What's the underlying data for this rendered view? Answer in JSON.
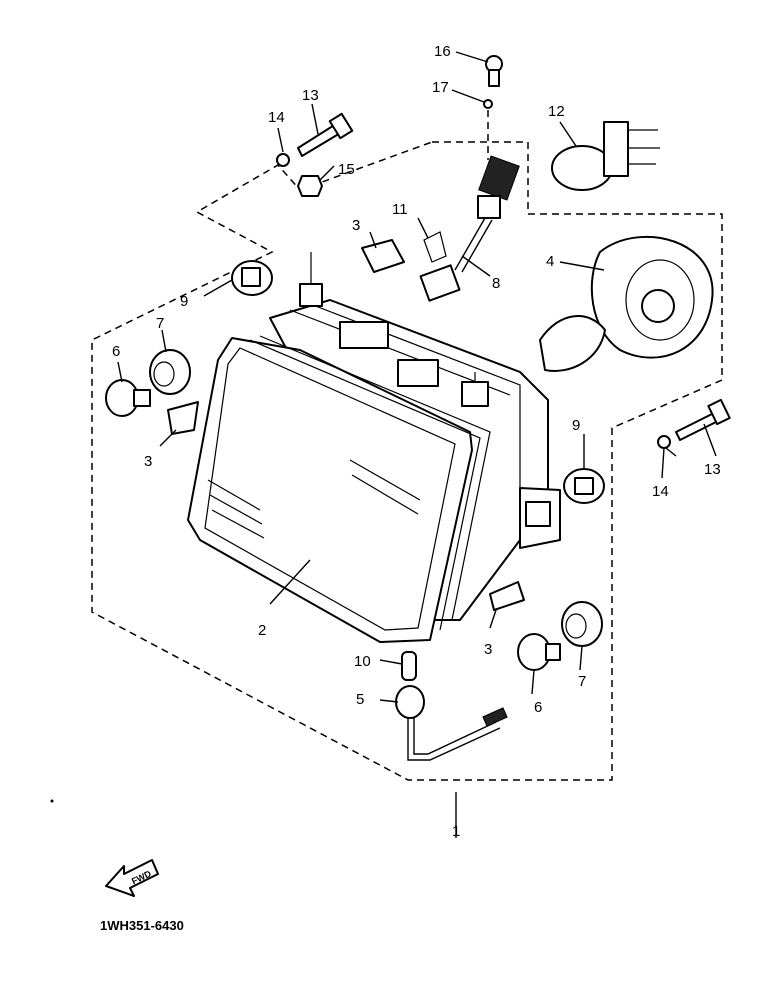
{
  "diagram": {
    "callouts": [
      {
        "id": "c1",
        "text": "1"
      },
      {
        "id": "c2",
        "text": "2"
      },
      {
        "id": "c3a",
        "text": "3"
      },
      {
        "id": "c3b",
        "text": "3"
      },
      {
        "id": "c3c",
        "text": "3"
      },
      {
        "id": "c4",
        "text": "4"
      },
      {
        "id": "c5",
        "text": "5"
      },
      {
        "id": "c6a",
        "text": "6"
      },
      {
        "id": "c6b",
        "text": "6"
      },
      {
        "id": "c7a",
        "text": "7"
      },
      {
        "id": "c7b",
        "text": "7"
      },
      {
        "id": "c8",
        "text": "8"
      },
      {
        "id": "c9a",
        "text": "9"
      },
      {
        "id": "c9b",
        "text": "9"
      },
      {
        "id": "c10",
        "text": "10"
      },
      {
        "id": "c11",
        "text": "11"
      },
      {
        "id": "c12",
        "text": "12"
      },
      {
        "id": "c13a",
        "text": "13"
      },
      {
        "id": "c13b",
        "text": "13"
      },
      {
        "id": "c14a",
        "text": "14"
      },
      {
        "id": "c14b",
        "text": "14"
      },
      {
        "id": "c15",
        "text": "15"
      },
      {
        "id": "c16",
        "text": "16"
      },
      {
        "id": "c17",
        "text": "17"
      }
    ],
    "forward_arrow_text": "FWD",
    "drawing_code": "1WH351-6430"
  }
}
